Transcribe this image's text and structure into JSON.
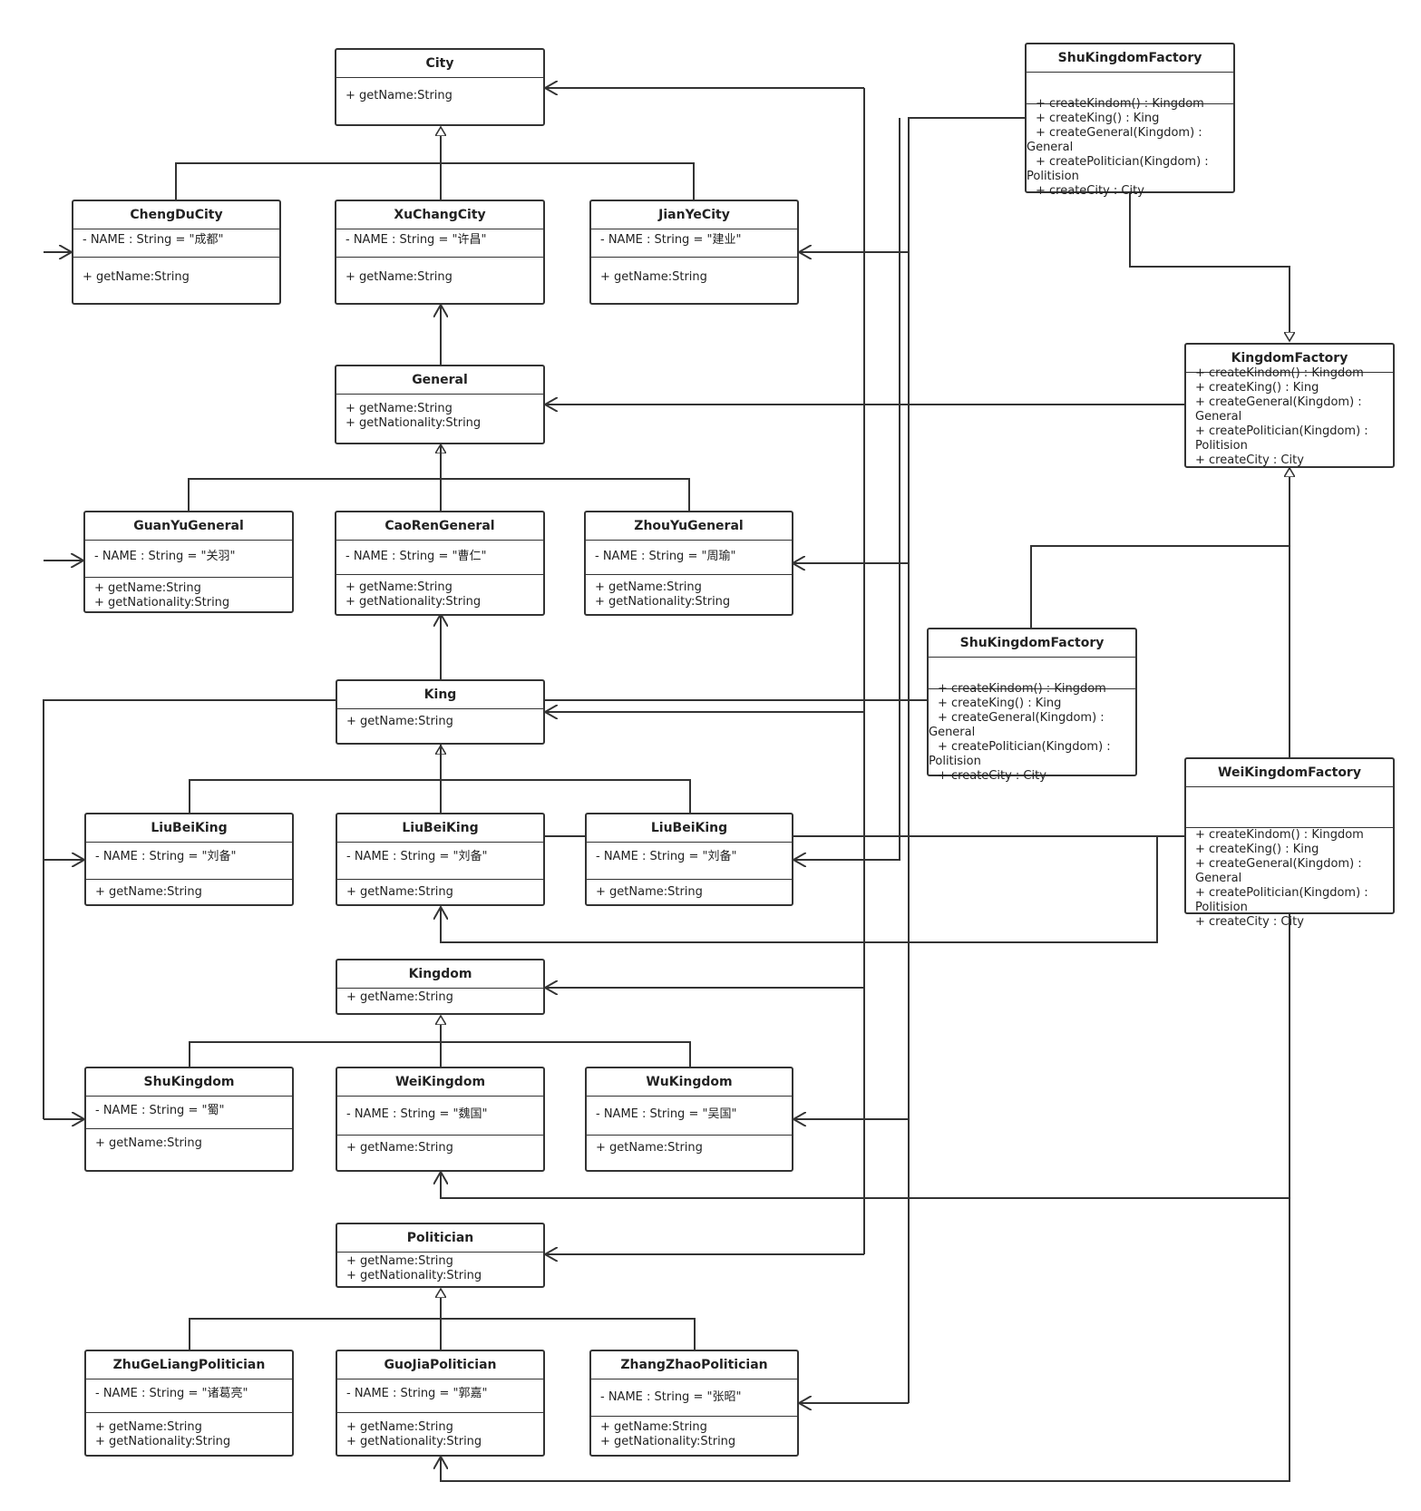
{
  "classes": {
    "city": {
      "name": "City",
      "methods": [
        "+ getName:String"
      ]
    },
    "chengdu": {
      "name": "ChengDuCity",
      "attrs": [
        "- NAME : String = \"成都\""
      ],
      "methods": [
        "+ getName:String"
      ]
    },
    "xuchang": {
      "name": "XuChangCity",
      "attrs": [
        "- NAME : String = \"许昌\""
      ],
      "methods": [
        "+ getName:String"
      ]
    },
    "jianye": {
      "name": "JianYeCity",
      "attrs": [
        "- NAME : String = \"建业\""
      ],
      "methods": [
        "+ getName:String"
      ]
    },
    "general": {
      "name": "General",
      "methods": [
        "+ getName:String",
        "+ getNationality:String"
      ]
    },
    "guanyu": {
      "name": "GuanYuGeneral",
      "attrs": [
        "- NAME : String = \"关羽\""
      ],
      "methods": [
        "+ getName:String",
        "+ getNationality:String"
      ]
    },
    "caoren": {
      "name": "CaoRenGeneral",
      "attrs": [
        "- NAME : String = \"曹仁\""
      ],
      "methods": [
        "+ getName:String",
        "+ getNationality:String"
      ]
    },
    "zhouyu": {
      "name": "ZhouYuGeneral",
      "attrs": [
        "- NAME : String = \"周瑜\""
      ],
      "methods": [
        "+ getName:String",
        "+ getNationality:String"
      ]
    },
    "king": {
      "name": "King",
      "methods": [
        "+ getName:String"
      ]
    },
    "liubei1": {
      "name": "LiuBeiKing",
      "attrs": [
        "- NAME : String = \"刘备\""
      ],
      "methods": [
        "+ getName:String"
      ]
    },
    "liubei2": {
      "name": "LiuBeiKing",
      "attrs": [
        "- NAME : String = \"刘备\""
      ],
      "methods": [
        "+ getName:String"
      ]
    },
    "liubei3": {
      "name": "LiuBeiKing",
      "attrs": [
        "- NAME : String = \"刘备\""
      ],
      "methods": [
        "+ getName:String"
      ]
    },
    "kingdom": {
      "name": "Kingdom",
      "methods": [
        "+ getName:String"
      ]
    },
    "shukingdom": {
      "name": "ShuKingdom",
      "attrs": [
        "- NAME : String = \"蜀\""
      ],
      "methods": [
        "+ getName:String"
      ]
    },
    "weikingdom": {
      "name": "WeiKingdom",
      "attrs": [
        "- NAME : String = \"魏国\""
      ],
      "methods": [
        "+ getName:String"
      ]
    },
    "wukingdom": {
      "name": "WuKingdom",
      "attrs": [
        "- NAME : String = \"吴国\""
      ],
      "methods": [
        "+ getName:String"
      ]
    },
    "politician": {
      "name": "Politician",
      "methods": [
        "+ getName:String",
        "+ getNationality:String"
      ]
    },
    "zhugeliang": {
      "name": "ZhuGeLiangPolitician",
      "attrs": [
        "- NAME : String = \"诸葛亮\""
      ],
      "methods": [
        "+ getName:String",
        "+ getNationality:String"
      ]
    },
    "guojia": {
      "name": "GuoJiaPolitician",
      "attrs": [
        "- NAME : String = \"郭嘉\""
      ],
      "methods": [
        "+ getName:String",
        "+ getNationality:String"
      ]
    },
    "zhangzhao": {
      "name": "ZhangZhaoPolitician",
      "attrs": [
        "- NAME : String = \"张昭\""
      ],
      "methods": [
        "+ getName:String",
        "+ getNationality:String"
      ]
    },
    "shufactory_top": {
      "name": "ShuKingdomFactory",
      "attrs": [],
      "methods": [
        "+ createKindom() : Kingdom",
        "+ createKing() : King",
        "+ createGeneral(Kingdom) :",
        "General",
        "+ createPolitician(Kingdom) :",
        "Politision",
        "+ createCity : City"
      ]
    },
    "kingdomfactory": {
      "name": "KingdomFactory",
      "methods": [
        "+ createKindom() : Kingdom",
        "+ createKing() : King",
        "+ createGeneral(Kingdom) :",
        "General",
        "+ createPolitician(Kingdom) :",
        "Politision",
        "+ createCity : City"
      ]
    },
    "shufactory_mid": {
      "name": "ShuKingdomFactory",
      "attrs": [],
      "methods": [
        "+ createKindom() : Kingdom",
        "+ createKing() : King",
        "+ createGeneral(Kingdom) :",
        "General",
        "+ createPolitician(Kingdom) :",
        "Politision",
        "+ createCity : City"
      ]
    },
    "weifactory": {
      "name": "WeiKingdomFactory",
      "attrs": [],
      "methods": [
        "+ createKindom() : Kingdom",
        "+ createKing() : King",
        "+ createGeneral(Kingdom) :",
        "General",
        "+ createPolitician(Kingdom) :",
        "Politision",
        "+ createCity : City"
      ]
    }
  }
}
